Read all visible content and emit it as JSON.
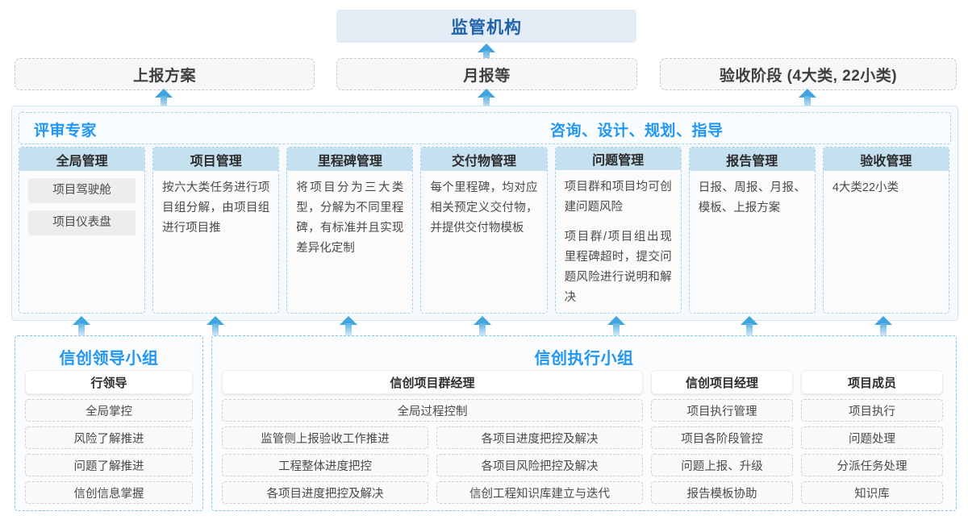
{
  "top": {
    "regulator": "监管机构",
    "reports": [
      {
        "label": "上报方案"
      },
      {
        "label": "月报等"
      },
      {
        "label": "验收阶段 (4大类, 22小类)"
      }
    ]
  },
  "middle": {
    "left_label": "评审专家",
    "right_label": "咨询、设计、规划、指导",
    "cards": [
      {
        "title": "全局管理",
        "pills": [
          "项目驾驶舱",
          "项目仪表盘"
        ],
        "paragraphs": []
      },
      {
        "title": "项目管理",
        "pills": [],
        "paragraphs": [
          "按六大类任务进行项目组分解，由项目组进行项目推"
        ]
      },
      {
        "title": "里程碑管理",
        "pills": [],
        "paragraphs": [
          "将项目分为三大类型，分解为不同里程碑，有标准并且实现差异化定制"
        ]
      },
      {
        "title": "交付物管理",
        "pills": [],
        "paragraphs": [
          "每个里程碑，均对应相关预定义交付物，并提供交付物模板"
        ]
      },
      {
        "title": "问题管理",
        "pills": [],
        "paragraphs": [
          "项目群和项目均可创建问题风险",
          "项目群/项目组出现里程碑超时，提交问题风险进行说明和解决"
        ]
      },
      {
        "title": "报告管理",
        "pills": [],
        "paragraphs": [
          "日报、周报、月报、模板、上报方案"
        ]
      },
      {
        "title": "验收管理",
        "pills": [],
        "paragraphs": [
          "4大类22小类"
        ]
      }
    ]
  },
  "bottom": {
    "leader_group": {
      "title": "信创领导小组",
      "role": "行领导",
      "items": [
        "全局掌控",
        "风险了解推进",
        "问题了解推进",
        "信创信息掌握"
      ]
    },
    "exec_group": {
      "title": "信创执行小组",
      "columns": [
        {
          "role": "信创项目群经理",
          "full_width_item": "全局过程控制",
          "left_items": [
            "监管侧上报验收工作推进",
            "工程整体进度把控",
            "各项目进度把控及解决"
          ],
          "right_items": [
            "各项目进度把控及解决",
            "各项目风险把控及解决",
            "信创工程知识库建立与迭代"
          ]
        },
        {
          "role": "信创项目经理",
          "items": [
            "项目执行管理",
            "项目各阶段管控",
            "问题上报、升级",
            "报告模板协助"
          ]
        },
        {
          "role": "项目成员",
          "items": [
            "项目执行",
            "问题处理",
            "分派任务处理",
            "知识库"
          ]
        }
      ]
    }
  },
  "colors": {
    "accent_blue": "#2196f3",
    "regulator_text": "#1e63ad",
    "regulator_bg": "#e4ecf6",
    "card_head_bg": "#c5e0ef",
    "arrow": "#40a4de"
  }
}
